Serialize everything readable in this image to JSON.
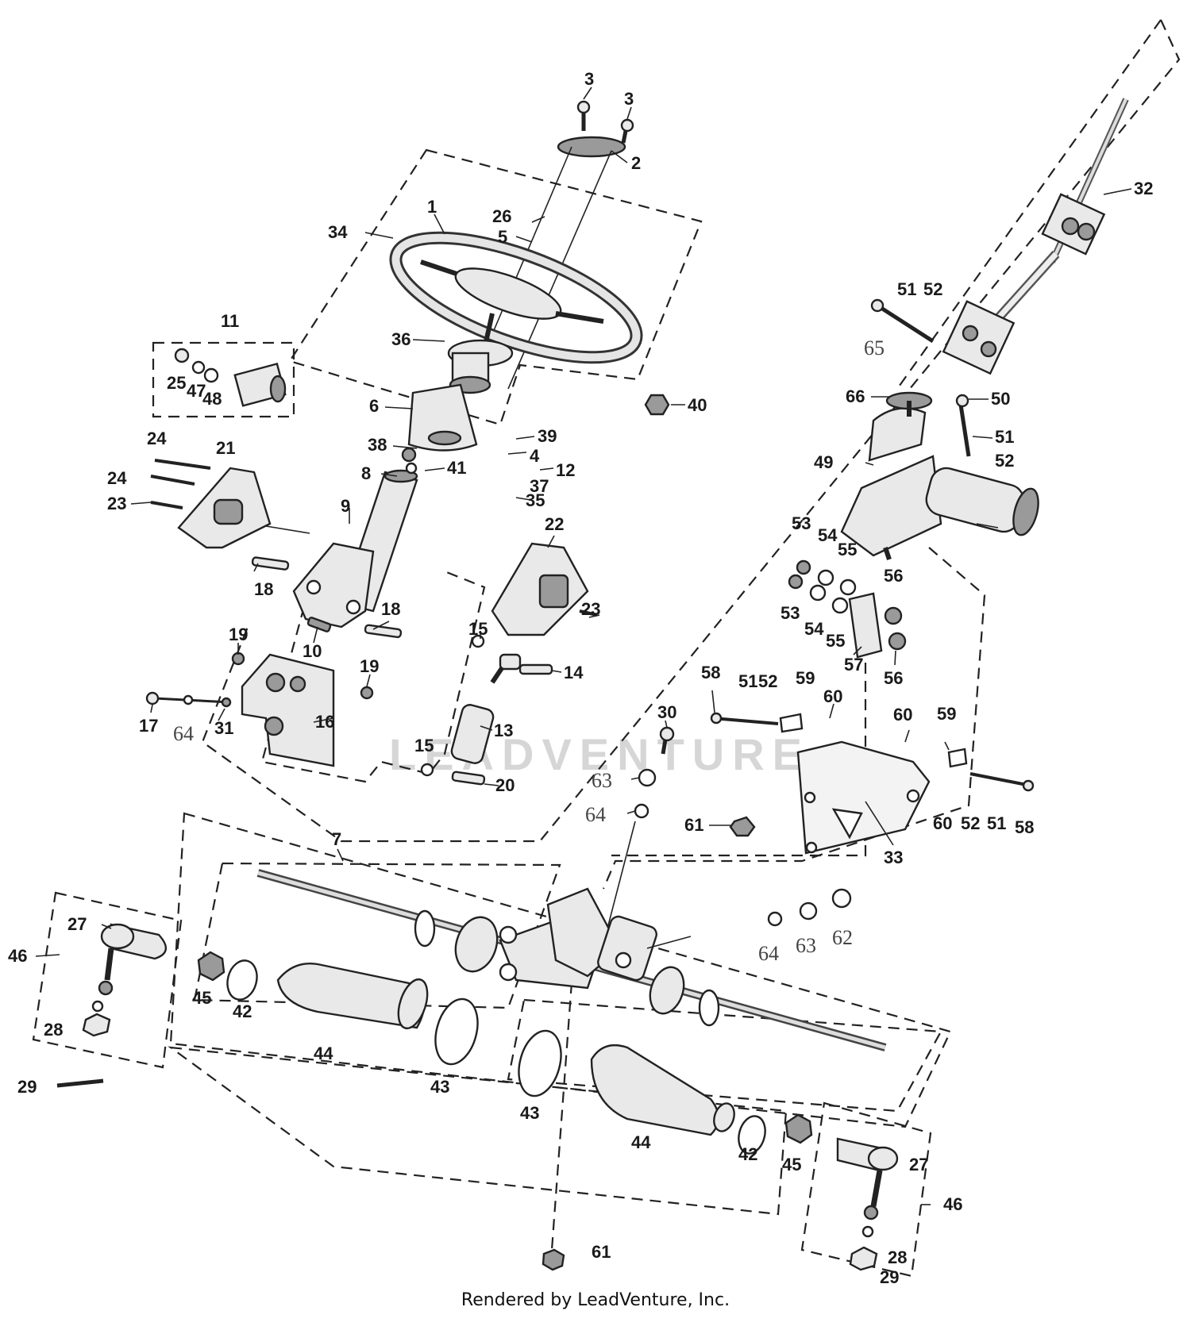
{
  "footer_text": "Rendered by LeadVenture, Inc.",
  "watermark_text": "LEADVENTURE",
  "callouts": [
    {
      "id": "c-3a",
      "text": "3"
    },
    {
      "id": "c-3b",
      "text": "3"
    },
    {
      "id": "c-2",
      "text": "2"
    },
    {
      "id": "c-32",
      "text": "32"
    },
    {
      "id": "c-1",
      "text": "1"
    },
    {
      "id": "c-26",
      "text": "26"
    },
    {
      "id": "c-34",
      "text": "34"
    },
    {
      "id": "c-5",
      "text": "5"
    },
    {
      "id": "c-51a",
      "text": "51"
    },
    {
      "id": "c-52a",
      "text": "52"
    },
    {
      "id": "c-65",
      "text": "65"
    },
    {
      "id": "c-11",
      "text": "11"
    },
    {
      "id": "c-36",
      "text": "36"
    },
    {
      "id": "c-25",
      "text": "25"
    },
    {
      "id": "c-47",
      "text": "47"
    },
    {
      "id": "c-48",
      "text": "48"
    },
    {
      "id": "c-6",
      "text": "6"
    },
    {
      "id": "c-40",
      "text": "40"
    },
    {
      "id": "c-66",
      "text": "66"
    },
    {
      "id": "c-50",
      "text": "50"
    },
    {
      "id": "c-24a",
      "text": "24"
    },
    {
      "id": "c-21",
      "text": "21"
    },
    {
      "id": "c-38",
      "text": "38"
    },
    {
      "id": "c-39",
      "text": "39"
    },
    {
      "id": "c-51b",
      "text": "51"
    },
    {
      "id": "c-4",
      "text": "4"
    },
    {
      "id": "c-41",
      "text": "41"
    },
    {
      "id": "c-49",
      "text": "49"
    },
    {
      "id": "c-52b",
      "text": "52"
    },
    {
      "id": "c-24b",
      "text": "24"
    },
    {
      "id": "c-8",
      "text": "8"
    },
    {
      "id": "c-12",
      "text": "12"
    },
    {
      "id": "c-37",
      "text": "37"
    },
    {
      "id": "c-23a",
      "text": "23"
    },
    {
      "id": "c-35",
      "text": "35"
    },
    {
      "id": "c-9",
      "text": "9"
    },
    {
      "id": "c-22",
      "text": "22"
    },
    {
      "id": "c-53a",
      "text": "53"
    },
    {
      "id": "c-54a",
      "text": "54"
    },
    {
      "id": "c-55a",
      "text": "55"
    },
    {
      "id": "c-18a",
      "text": "18"
    },
    {
      "id": "c-56a",
      "text": "56"
    },
    {
      "id": "c-53b",
      "text": "53"
    },
    {
      "id": "c-23b",
      "text": "23"
    },
    {
      "id": "c-18b",
      "text": "18"
    },
    {
      "id": "c-54b",
      "text": "54"
    },
    {
      "id": "c-55b",
      "text": "55"
    },
    {
      "id": "c-15a",
      "text": "15"
    },
    {
      "id": "c-19a",
      "text": "19"
    },
    {
      "id": "c-10",
      "text": "10"
    },
    {
      "id": "c-57",
      "text": "57"
    },
    {
      "id": "c-14",
      "text": "14"
    },
    {
      "id": "c-19b",
      "text": "19"
    },
    {
      "id": "c-56b",
      "text": "56"
    },
    {
      "id": "c-58a",
      "text": "58"
    },
    {
      "id": "c-51c",
      "text": "51"
    },
    {
      "id": "c-52c",
      "text": "52"
    },
    {
      "id": "c-59a",
      "text": "59"
    },
    {
      "id": "c-60a",
      "text": "60"
    },
    {
      "id": "c-17",
      "text": "17"
    },
    {
      "id": "c-64a",
      "text": "64"
    },
    {
      "id": "c-31",
      "text": "31"
    },
    {
      "id": "c-16",
      "text": "16"
    },
    {
      "id": "c-30",
      "text": "30"
    },
    {
      "id": "c-13",
      "text": "13"
    },
    {
      "id": "c-60b",
      "text": "60"
    },
    {
      "id": "c-59b",
      "text": "59"
    },
    {
      "id": "c-15b",
      "text": "15"
    },
    {
      "id": "c-63a",
      "text": "63"
    },
    {
      "id": "c-20",
      "text": "20"
    },
    {
      "id": "c-64b",
      "text": "64"
    },
    {
      "id": "c-61a",
      "text": "61"
    },
    {
      "id": "c-60c",
      "text": "60"
    },
    {
      "id": "c-52d",
      "text": "52"
    },
    {
      "id": "c-51d",
      "text": "51"
    },
    {
      "id": "c-58b",
      "text": "58"
    },
    {
      "id": "c-7",
      "text": "7"
    },
    {
      "id": "c-33",
      "text": "33"
    },
    {
      "id": "c-62",
      "text": "62"
    },
    {
      "id": "c-27a",
      "text": "27"
    },
    {
      "id": "c-64c",
      "text": "64"
    },
    {
      "id": "c-63b",
      "text": "63"
    },
    {
      "id": "c-46a",
      "text": "46"
    },
    {
      "id": "c-45a",
      "text": "45"
    },
    {
      "id": "c-42a",
      "text": "42"
    },
    {
      "id": "c-28a",
      "text": "28"
    },
    {
      "id": "c-44a",
      "text": "44"
    },
    {
      "id": "c-29a",
      "text": "29"
    },
    {
      "id": "c-43a",
      "text": "43"
    },
    {
      "id": "c-43b",
      "text": "43"
    },
    {
      "id": "c-44b",
      "text": "44"
    },
    {
      "id": "c-42b",
      "text": "42"
    },
    {
      "id": "c-45b",
      "text": "45"
    },
    {
      "id": "c-27b",
      "text": "27"
    },
    {
      "id": "c-46b",
      "text": "46"
    },
    {
      "id": "c-61b",
      "text": "61"
    },
    {
      "id": "c-28b",
      "text": "28"
    },
    {
      "id": "c-29b",
      "text": "29"
    }
  ]
}
